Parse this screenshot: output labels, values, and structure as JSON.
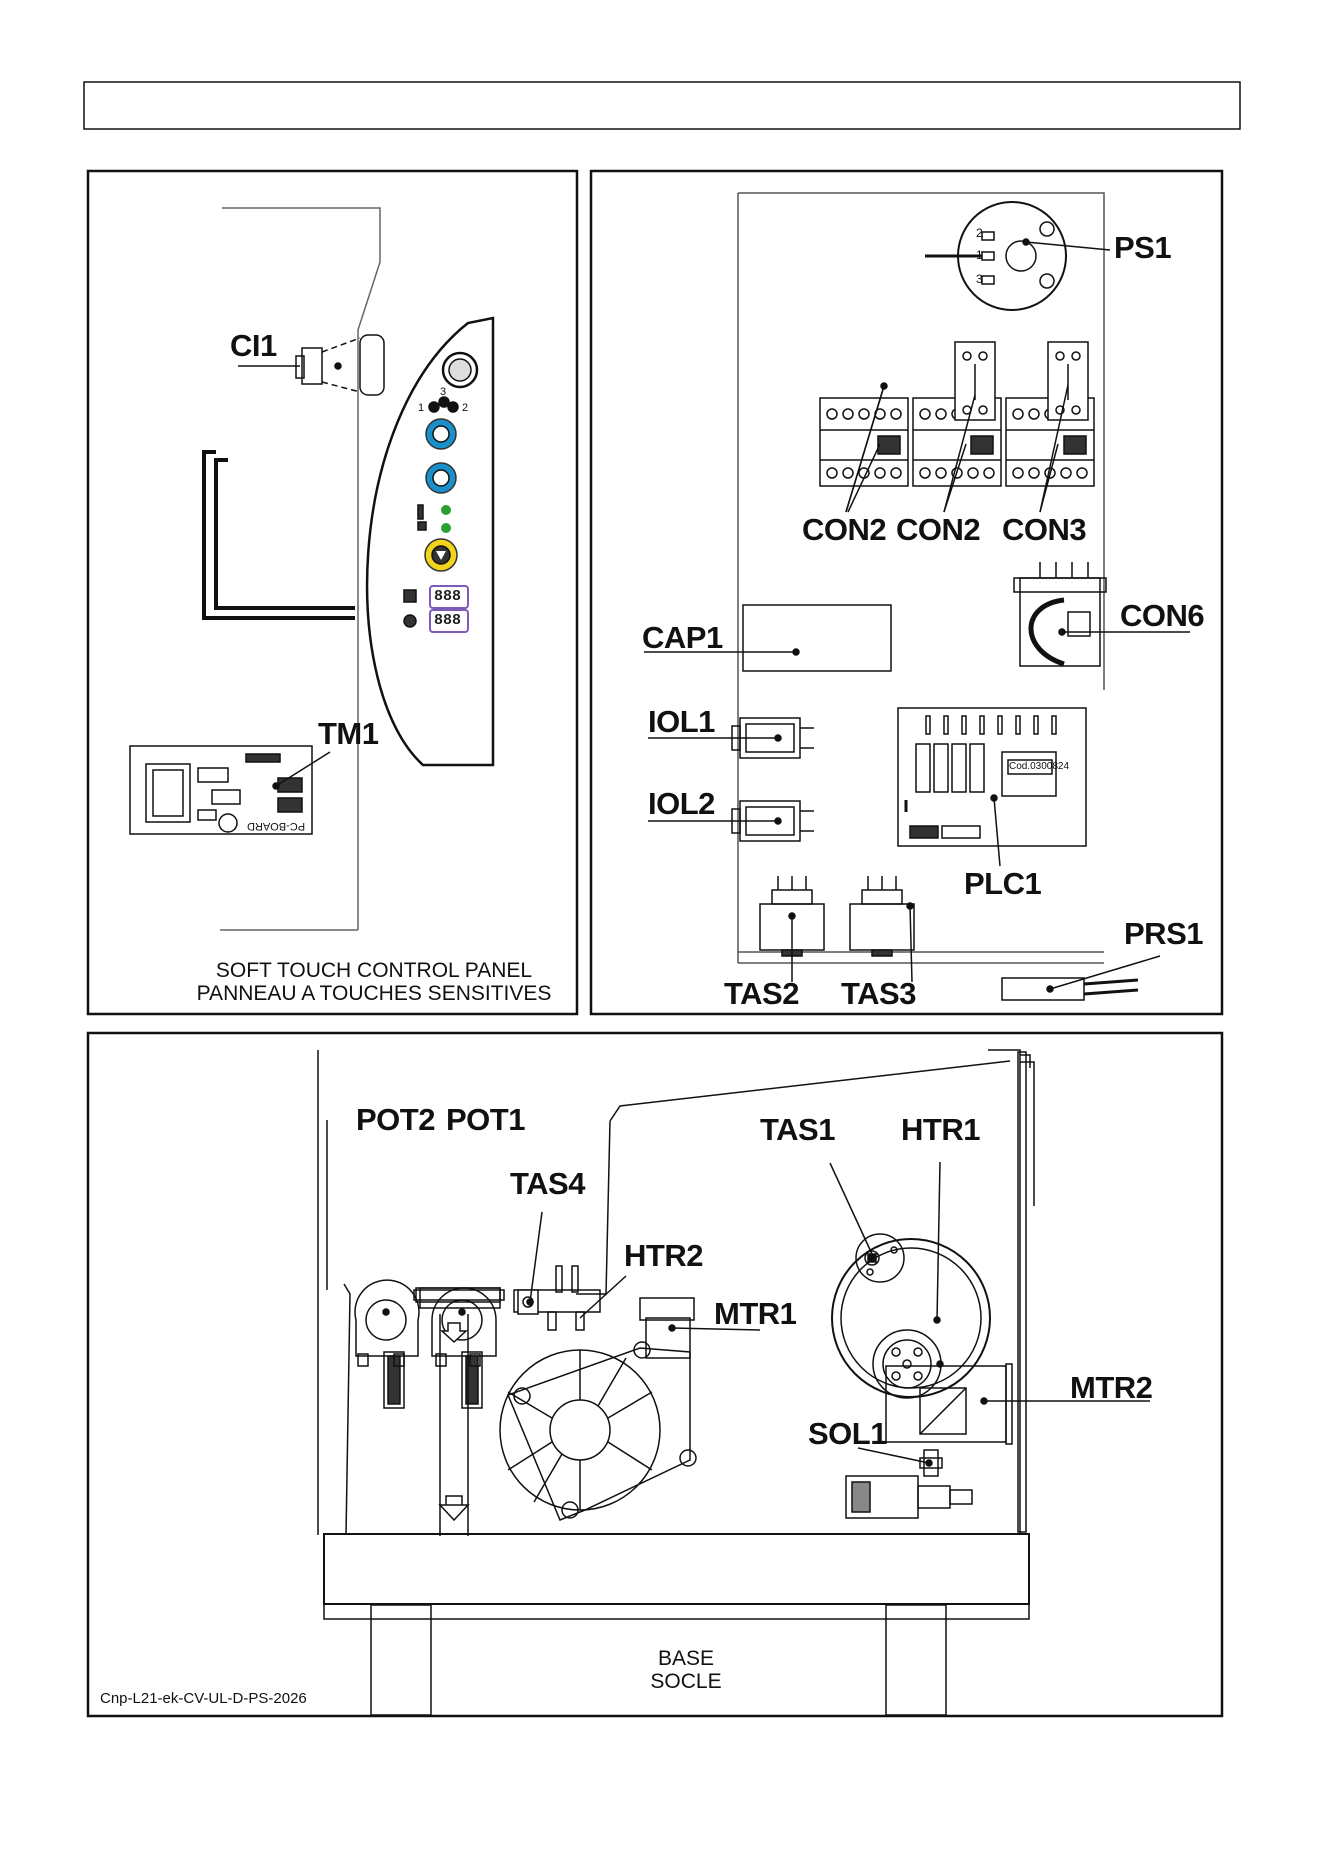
{
  "header": {
    "title": ""
  },
  "panels": {
    "control_panel": {
      "caption_line1": "SOFT TOUCH CONTROL PANEL",
      "caption_line2": "PANNEAU A TOUCHES SENSITIVES",
      "labels": {
        "ci1": "CI1",
        "tm1": "TM1"
      },
      "pc_board_text": "PC-BOARD",
      "display_digits": "888",
      "selector_numbers": [
        "1",
        "3",
        "2"
      ]
    },
    "electrical_box": {
      "labels": {
        "ps1": "PS1",
        "con2_a": "CON2",
        "con2_b": "CON2",
        "con3": "CON3",
        "con6": "CON6",
        "cap1": "CAP1",
        "iol1": "IOL1",
        "iol2": "IOL2",
        "plc1": "PLC1",
        "prs1": "PRS1",
        "tas2": "TAS2",
        "tas3": "TAS3"
      },
      "plc_code": "Cod.0300824",
      "switch_numbers": [
        "2",
        "1",
        "3"
      ]
    },
    "base": {
      "labels": {
        "pot2": "POT2",
        "pot1": "POT1",
        "tas4": "TAS4",
        "htr2": "HTR2",
        "mtr1": "MTR1",
        "tas1": "TAS1",
        "htr1": "HTR1",
        "mtr2": "MTR2",
        "sol1": "SOL1"
      },
      "caption_line1": "BASE",
      "caption_line2": "SOCLE",
      "reference_code": "Cnp-L21-ek-CV-UL-D-PS-2026"
    }
  }
}
